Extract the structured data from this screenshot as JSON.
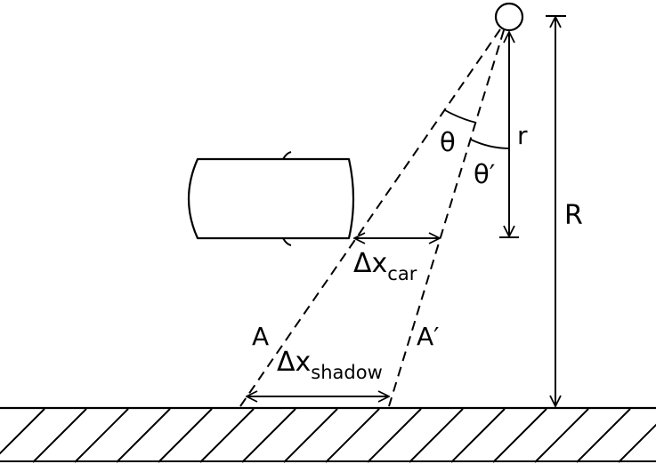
{
  "labels": {
    "theta": "θ",
    "theta_prime": "θ′",
    "r": "r",
    "R": "R",
    "delta": "Δx",
    "car_subscript": "car",
    "shadow_subscript": "shadow",
    "A": "A",
    "A_prime": "A′"
  },
  "colors": {
    "ink": "#000000",
    "background": "#ffffff"
  }
}
